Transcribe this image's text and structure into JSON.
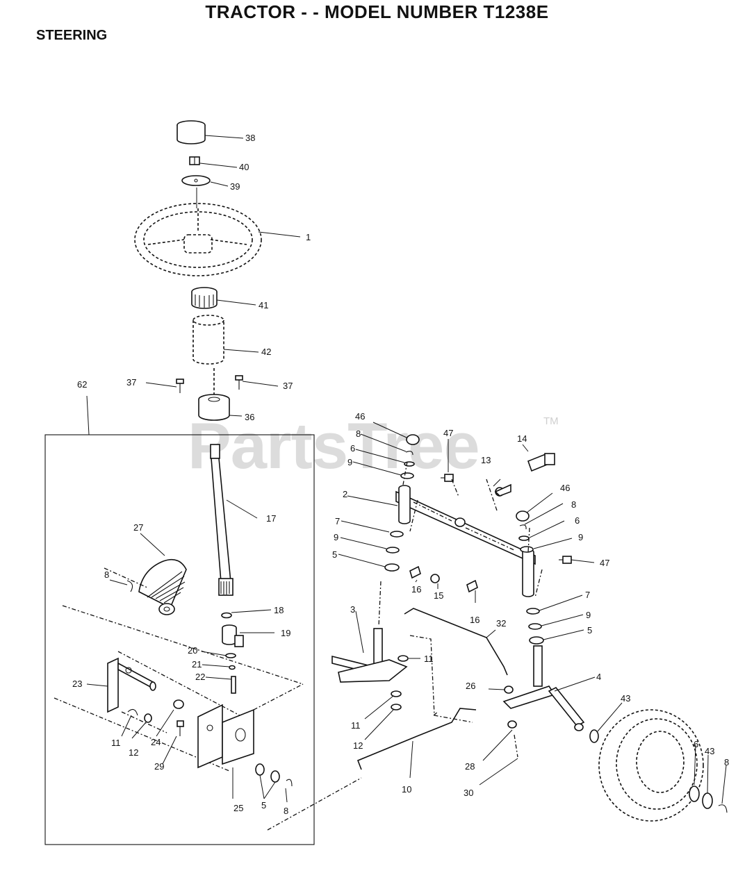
{
  "header": {
    "title": "TRACTOR - - MODEL NUMBER T1238E",
    "section": "STEERING"
  },
  "watermark": {
    "text": "PartsTree",
    "tm": "TM"
  },
  "callouts": [
    {
      "id": "c38",
      "label": "38"
    },
    {
      "id": "c40",
      "label": "40"
    },
    {
      "id": "c39",
      "label": "39"
    },
    {
      "id": "c1",
      "label": "1"
    },
    {
      "id": "c41",
      "label": "41"
    },
    {
      "id": "c42",
      "label": "42"
    },
    {
      "id": "c37a",
      "label": "37"
    },
    {
      "id": "c37b",
      "label": "37"
    },
    {
      "id": "c62",
      "label": "62"
    },
    {
      "id": "c36",
      "label": "36"
    },
    {
      "id": "c17",
      "label": "17"
    },
    {
      "id": "c27",
      "label": "27"
    },
    {
      "id": "c8a",
      "label": "8"
    },
    {
      "id": "c18",
      "label": "18"
    },
    {
      "id": "c19",
      "label": "19"
    },
    {
      "id": "c20",
      "label": "20"
    },
    {
      "id": "c21",
      "label": "21"
    },
    {
      "id": "c22",
      "label": "22"
    },
    {
      "id": "c23",
      "label": "23"
    },
    {
      "id": "c11a",
      "label": "11"
    },
    {
      "id": "c12a",
      "label": "12"
    },
    {
      "id": "c24",
      "label": "24"
    },
    {
      "id": "c29",
      "label": "29"
    },
    {
      "id": "c25",
      "label": "25"
    },
    {
      "id": "c5a",
      "label": "5"
    },
    {
      "id": "c8b",
      "label": "8"
    },
    {
      "id": "c46a",
      "label": "46"
    },
    {
      "id": "c8c",
      "label": "8"
    },
    {
      "id": "c6a",
      "label": "6"
    },
    {
      "id": "c9a",
      "label": "9"
    },
    {
      "id": "c47a",
      "label": "47"
    },
    {
      "id": "c14",
      "label": "14"
    },
    {
      "id": "c13",
      "label": "13"
    },
    {
      "id": "c2",
      "label": "2"
    },
    {
      "id": "c46b",
      "label": "46"
    },
    {
      "id": "c8d",
      "label": "8"
    },
    {
      "id": "c6b",
      "label": "6"
    },
    {
      "id": "c9b",
      "label": "9"
    },
    {
      "id": "c47b",
      "label": "47"
    },
    {
      "id": "c7a",
      "label": "7"
    },
    {
      "id": "c9c",
      "label": "9"
    },
    {
      "id": "c5b",
      "label": "5"
    },
    {
      "id": "c16a",
      "label": "16"
    },
    {
      "id": "c15",
      "label": "15"
    },
    {
      "id": "c16b",
      "label": "16"
    },
    {
      "id": "c7b",
      "label": "7"
    },
    {
      "id": "c9d",
      "label": "9"
    },
    {
      "id": "c5c",
      "label": "5"
    },
    {
      "id": "c3",
      "label": "3"
    },
    {
      "id": "c32",
      "label": "32"
    },
    {
      "id": "c11b",
      "label": "11"
    },
    {
      "id": "c11c",
      "label": "11"
    },
    {
      "id": "c12b",
      "label": "12"
    },
    {
      "id": "c26",
      "label": "26"
    },
    {
      "id": "c4",
      "label": "4"
    },
    {
      "id": "c43a",
      "label": "43"
    },
    {
      "id": "c28",
      "label": "28"
    },
    {
      "id": "c10",
      "label": "10"
    },
    {
      "id": "c30",
      "label": "30"
    },
    {
      "id": "c6c",
      "label": "6"
    },
    {
      "id": "c43b",
      "label": "43"
    },
    {
      "id": "c8e",
      "label": "8"
    }
  ]
}
